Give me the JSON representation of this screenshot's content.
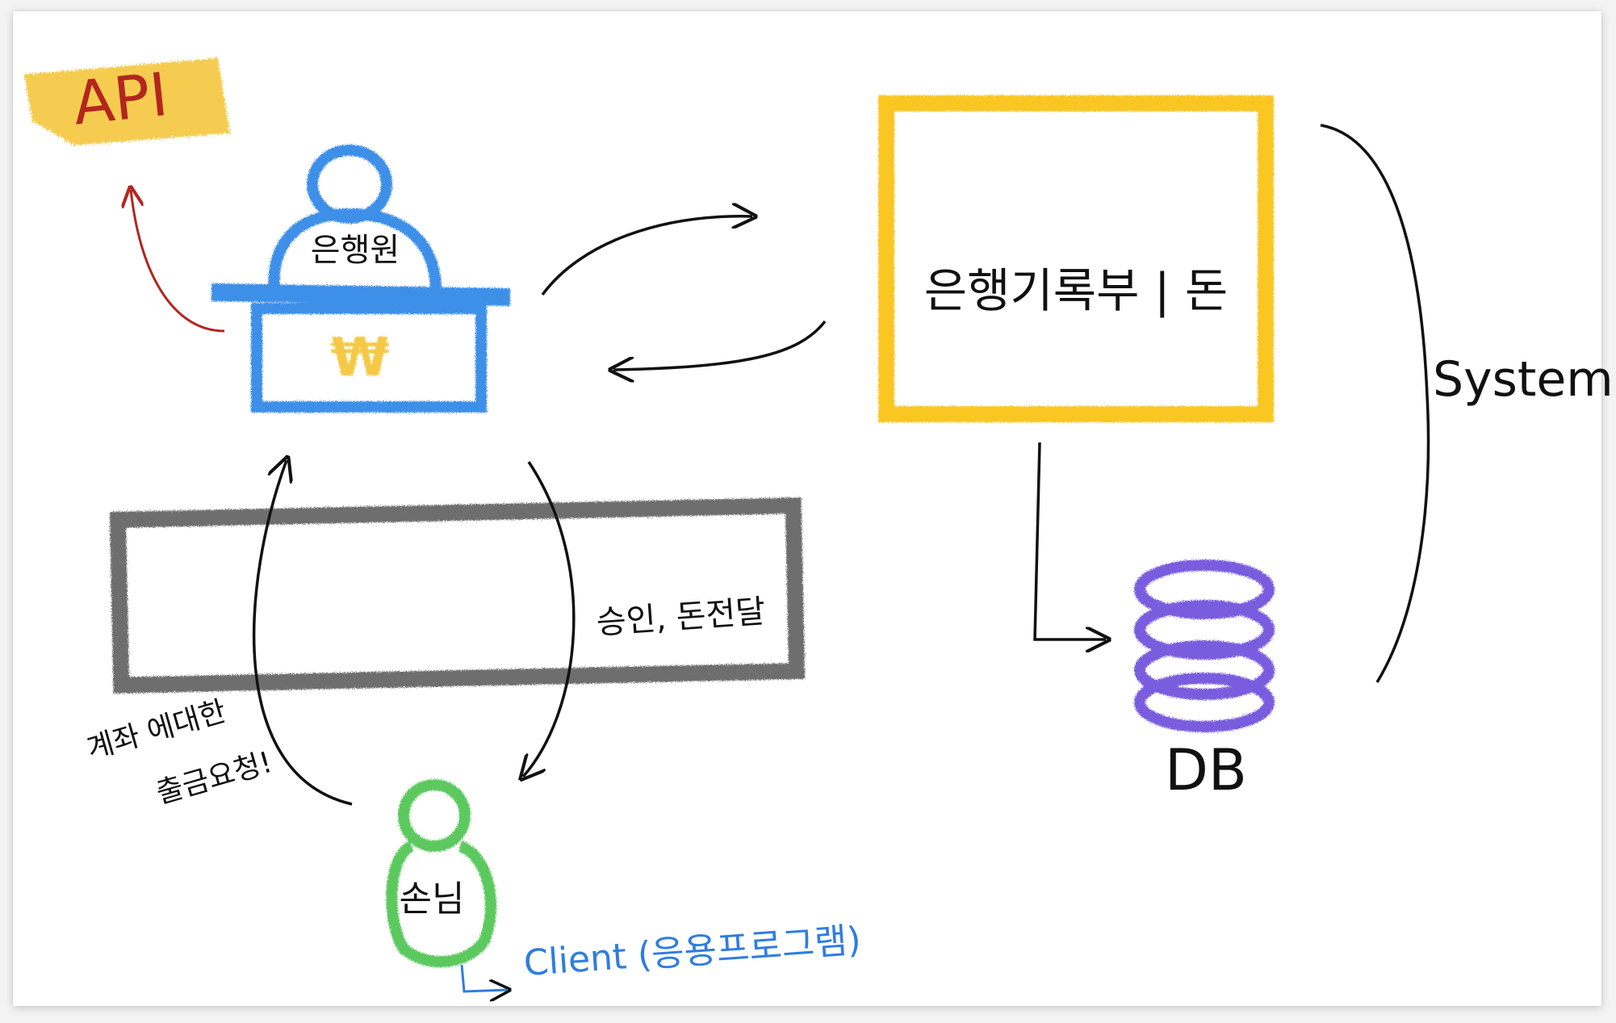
{
  "api": {
    "label": "API"
  },
  "teller": {
    "label": "은행원",
    "cash_symbol": "₩"
  },
  "bank_system": {
    "label": "은행기록부 | 돈"
  },
  "system_brace": {
    "label": "System"
  },
  "database": {
    "label": "DB"
  },
  "flow": {
    "approve_label": "승인, 돈전달",
    "request_label_line1": "계좌 에대한",
    "request_label_line2": "출금요청!"
  },
  "customer": {
    "label": "손님"
  },
  "client": {
    "label": "Client (응용프로그램)"
  },
  "colors": {
    "api_highlight": "#f4c430",
    "api_text": "#b3261e",
    "teller": "#3d8fe8",
    "cash": "#f4c430",
    "bank_box": "#f9c623",
    "db": "#7a5bde",
    "customer": "#5cc95f",
    "client_text": "#2f7de0",
    "ink": "#111111",
    "counter_box": "#555555"
  }
}
